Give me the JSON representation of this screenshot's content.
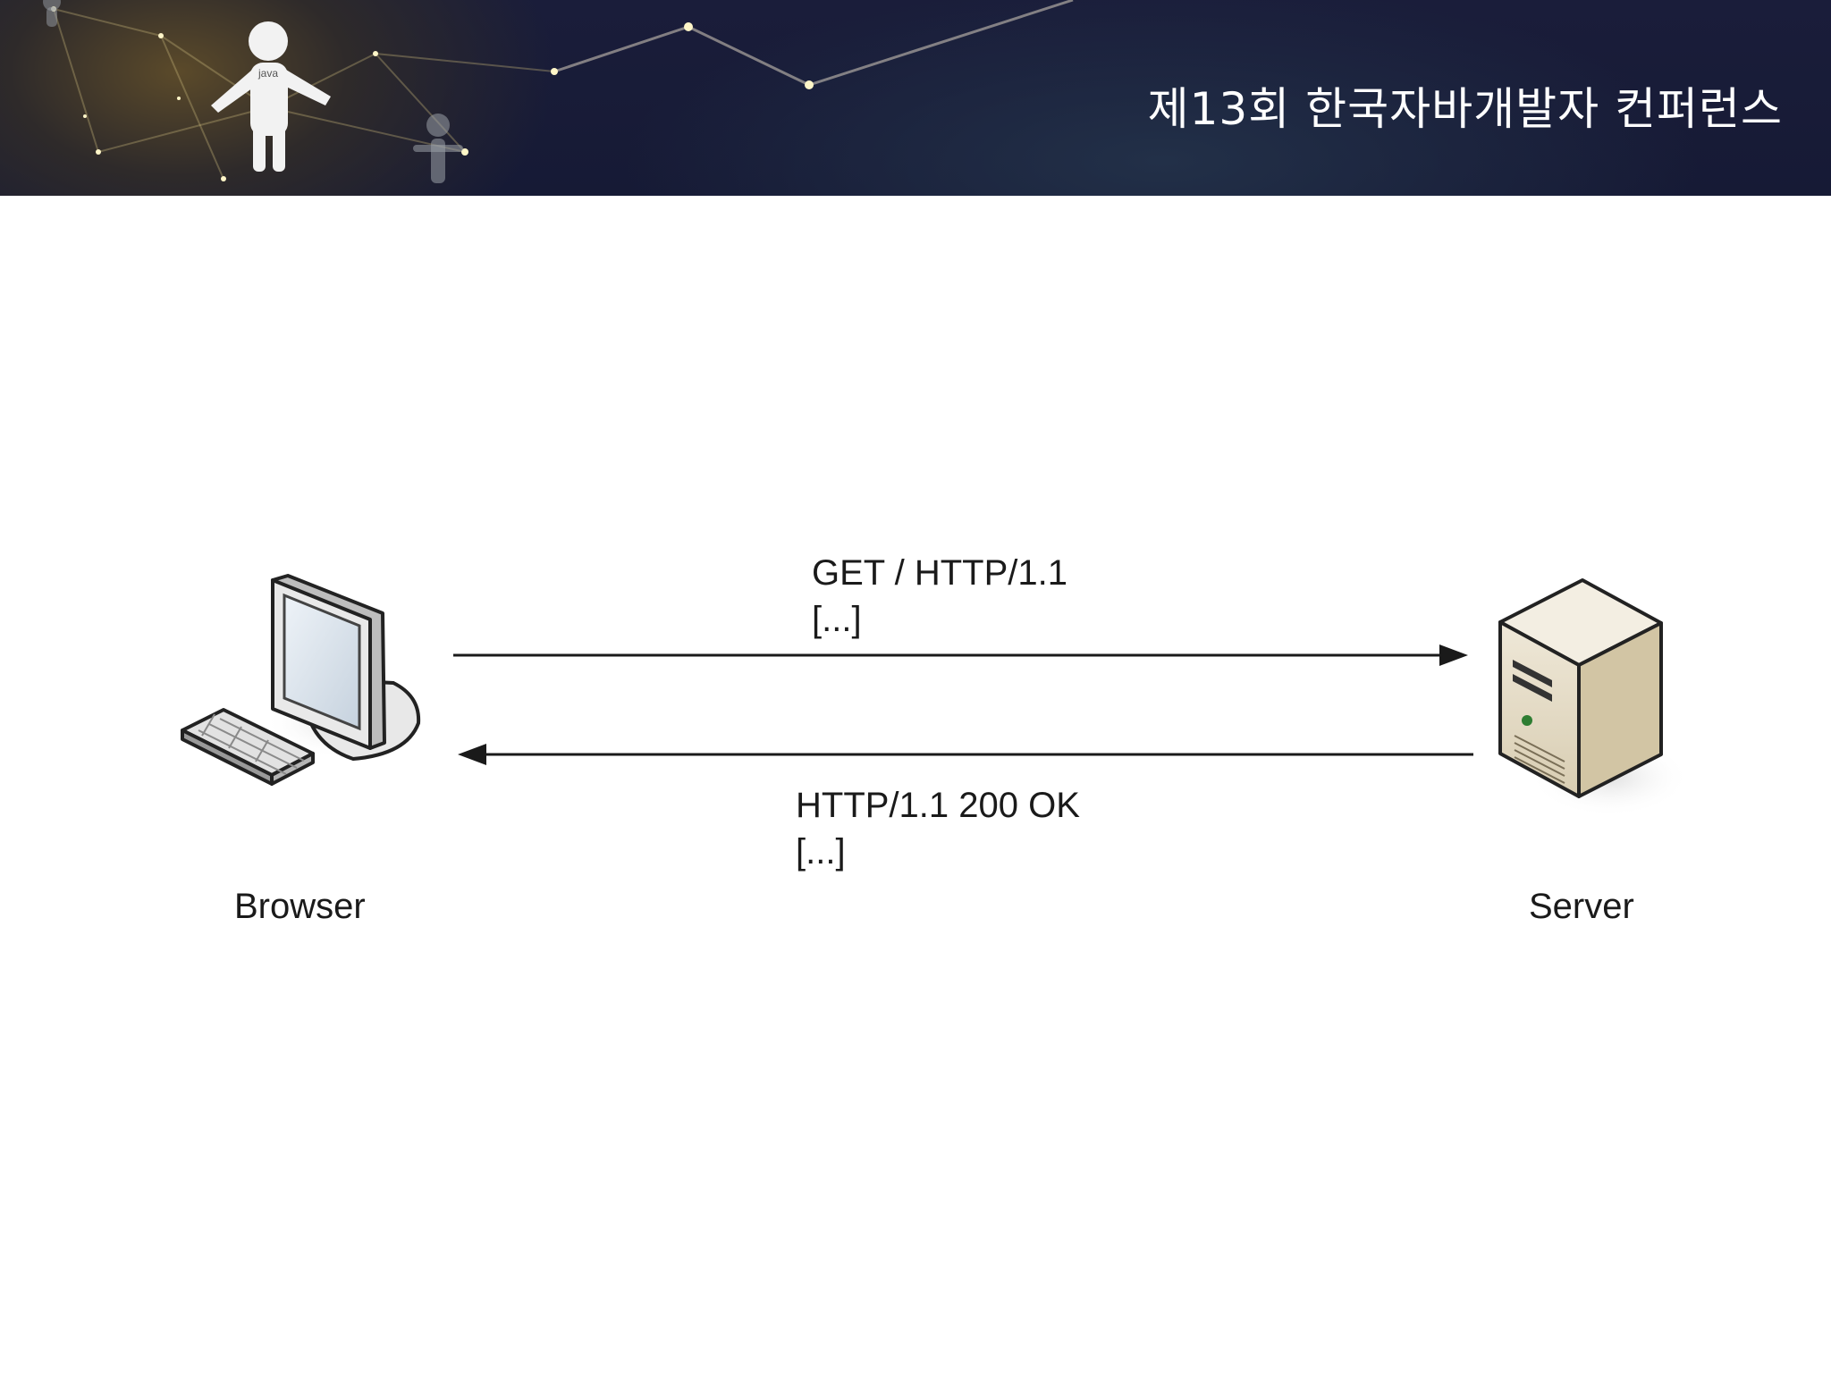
{
  "header": {
    "title": "제13회 한국자바개발자 컨퍼런스",
    "mascot_badge": "java",
    "background_color": "#1a1d3a"
  },
  "diagram": {
    "nodes": {
      "browser": {
        "label": "Browser",
        "icon": "desktop-computer-icon"
      },
      "server": {
        "label": "Server",
        "icon": "server-tower-icon"
      }
    },
    "messages": {
      "request": {
        "line1": "GET / HTTP/1.1",
        "line2": "[...]",
        "direction": "browser-to-server"
      },
      "response": {
        "line1": "HTTP/1.1 200 OK",
        "line2": "[...]",
        "direction": "server-to-browser"
      }
    },
    "arrow_color": "#1a1a1a"
  }
}
